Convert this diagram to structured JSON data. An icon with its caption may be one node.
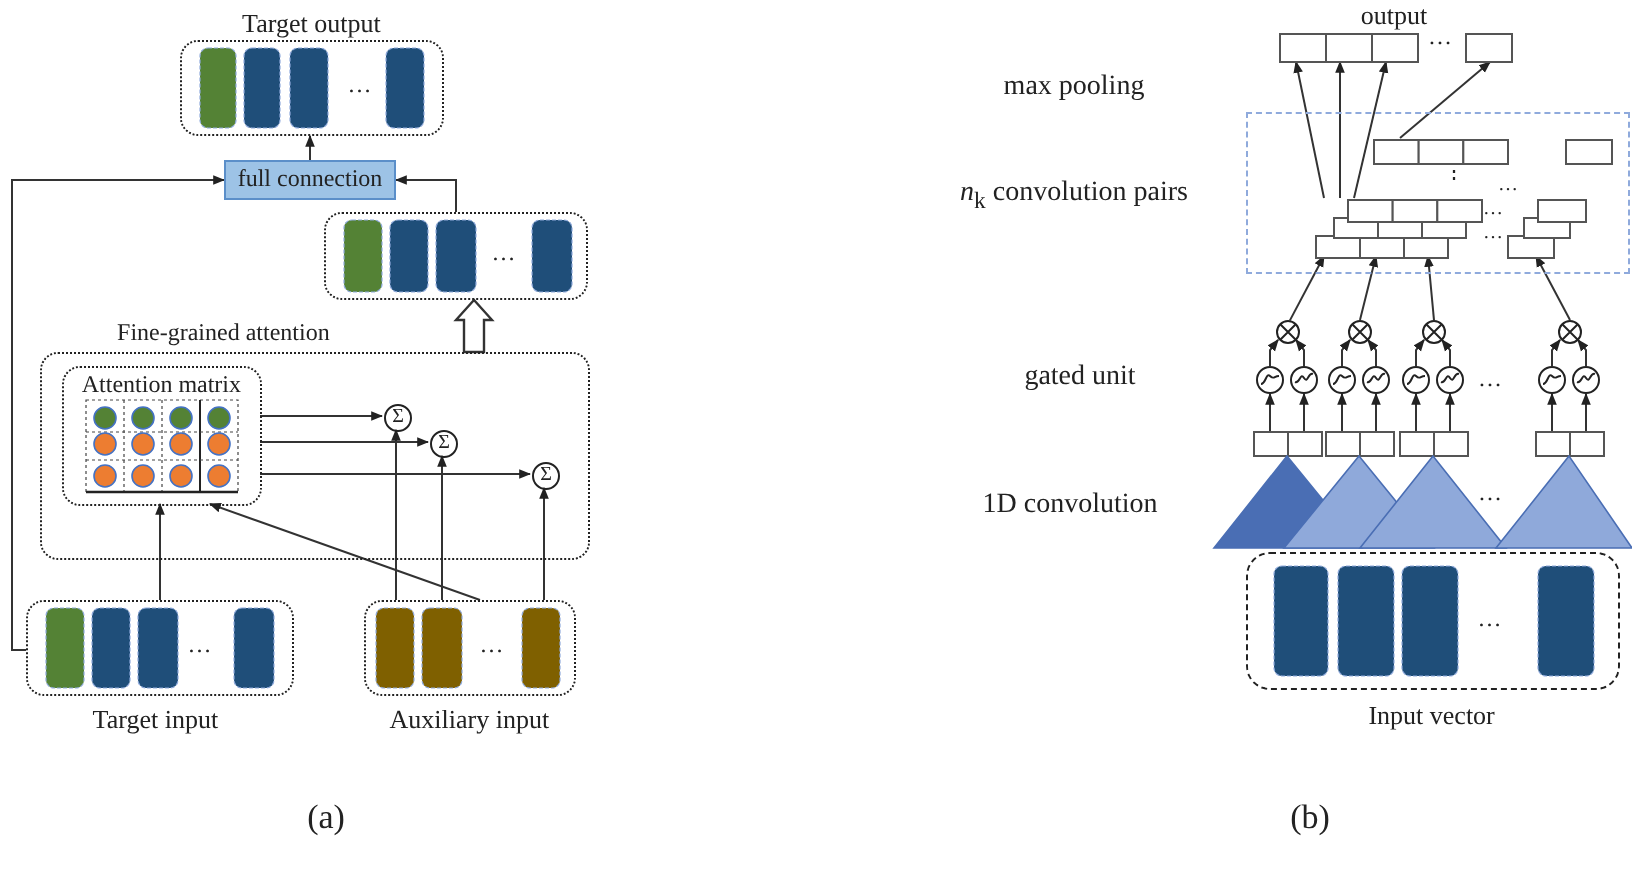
{
  "diagram": {
    "nodes": [
      {
        "text": [
          "Target output",
          "…"
        ]
      },
      {
        "text": [
          "full connection"
        ]
      },
      {
        "text": [
          "…"
        ]
      },
      {
        "text": [
          "Fine-grained attention"
        ]
      },
      {
        "text": [
          "Attention matrix"
        ],
        "in": 3
      },
      {
        "text": [
          "Σ"
        ],
        "in": 3
      },
      {
        "text": [
          "Σ"
        ],
        "in": 3
      },
      {
        "text": [
          "Σ"
        ],
        "in": 3
      },
      {
        "text": [
          "…",
          "Target input"
        ]
      },
      {
        "text": [
          "…",
          "Auxiliary input"
        ]
      },
      {
        "text": [
          "output",
          "…"
        ]
      },
      {
        "text": [
          "⋮",
          "…",
          "…",
          "…"
        ]
      },
      {
        "text": [],
        "shape": "box",
        "in": 11
      },
      {
        "text": [],
        "shape": "box",
        "in": 11
      },
      {
        "text": [],
        "shape": "box",
        "in": 11
      },
      {
        "text": [],
        "shape": "box",
        "in": 11
      },
      {
        "text": [],
        "shape": "circle"
      },
      {
        "text": [],
        "shape": "circle"
      },
      {
        "text": [],
        "shape": "circle"
      },
      {
        "text": [],
        "shape": "circle"
      },
      {
        "text": [],
        "shape": "circle"
      },
      {
        "text": [],
        "shape": "circle"
      },
      {
        "text": [],
        "shape": "circle"
      },
      {
        "text": [],
        "shape": "circle"
      },
      {
        "text": [],
        "shape": "circle"
      },
      {
        "text": [],
        "shape": "circle"
      },
      {
        "text": [],
        "shape": "circle"
      },
      {
        "text": [],
        "shape": "circle"
      },
      {
        "text": [],
        "shape": "box"
      },
      {
        "text": [],
        "shape": "box"
      },
      {
        "text": [],
        "shape": "box"
      },
      {
        "text": [],
        "shape": "box"
      },
      {
        "text": [],
        "shape": "triangle"
      },
      {
        "text": [],
        "shape": "triangle"
      },
      {
        "text": [],
        "shape": "triangle"
      },
      {
        "text": [],
        "shape": "triangle"
      },
      {
        "text": [
          "…",
          "Input vector"
        ]
      }
    ],
    "edges": [
      {
        "from": 1,
        "to": 0,
        "arrow": "to"
      },
      {
        "from": 2,
        "to": 1,
        "arrow": "to"
      },
      {
        "from": 8,
        "to": 1,
        "arrow": "to"
      },
      {
        "from": 3,
        "to": 2,
        "arrow": "to",
        "style": "thick"
      },
      {
        "from": 8,
        "to": 4,
        "arrow": "to"
      },
      {
        "from": 9,
        "to": 4,
        "arrow": "to"
      },
      {
        "from": 4,
        "to": 5,
        "arrow": "to"
      },
      {
        "from": 4,
        "to": 6,
        "arrow": "to"
      },
      {
        "from": 4,
        "to": 7,
        "arrow": "to"
      },
      {
        "from": 9,
        "to": 5,
        "arrow": "to"
      },
      {
        "from": 9,
        "to": 6,
        "arrow": "to"
      },
      {
        "from": 9,
        "to": 7,
        "arrow": "to"
      },
      {
        "from": 14,
        "to": 10,
        "arrow": "to"
      },
      {
        "from": 14,
        "to": 10,
        "arrow": "to"
      },
      {
        "from": 14,
        "to": 10,
        "arrow": "to"
      },
      {
        "from": 12,
        "to": 10,
        "arrow": "to"
      },
      {
        "from": 16,
        "to": 14,
        "arrow": "to"
      },
      {
        "from": 17,
        "to": 14,
        "arrow": "to"
      },
      {
        "from": 18,
        "to": 14,
        "arrow": "to"
      },
      {
        "from": 19,
        "to": 15,
        "arrow": "to"
      },
      {
        "from": 20,
        "to": 16,
        "arrow": "to"
      },
      {
        "from": 21,
        "to": 16,
        "arrow": "to"
      },
      {
        "from": 22,
        "to": 17,
        "arrow": "to"
      },
      {
        "from": 23,
        "to": 17,
        "arrow": "to"
      },
      {
        "from": 24,
        "to": 18,
        "arrow": "to"
      },
      {
        "from": 25,
        "to": 18,
        "arrow": "to"
      },
      {
        "from": 26,
        "to": 19,
        "arrow": "to"
      },
      {
        "from": 27,
        "to": 19,
        "arrow": "to"
      },
      {
        "from": 28,
        "to": 20,
        "arrow": "to"
      },
      {
        "from": 28,
        "to": 21,
        "arrow": "to"
      },
      {
        "from": 29,
        "to": 22,
        "arrow": "to"
      },
      {
        "from": 29,
        "to": 23,
        "arrow": "to"
      },
      {
        "from": 30,
        "to": 24,
        "arrow": "to"
      },
      {
        "from": 30,
        "to": 25,
        "arrow": "to"
      },
      {
        "from": 31,
        "to": 26,
        "arrow": "to"
      },
      {
        "from": 31,
        "to": 27,
        "arrow": "to"
      }
    ],
    "labels": [
      "max pooling",
      "*n*$_{k}$ convolution pairs",
      "gated unit",
      "…",
      "1D convolution",
      "…",
      "(a)",
      "(b)"
    ]
  }
}
